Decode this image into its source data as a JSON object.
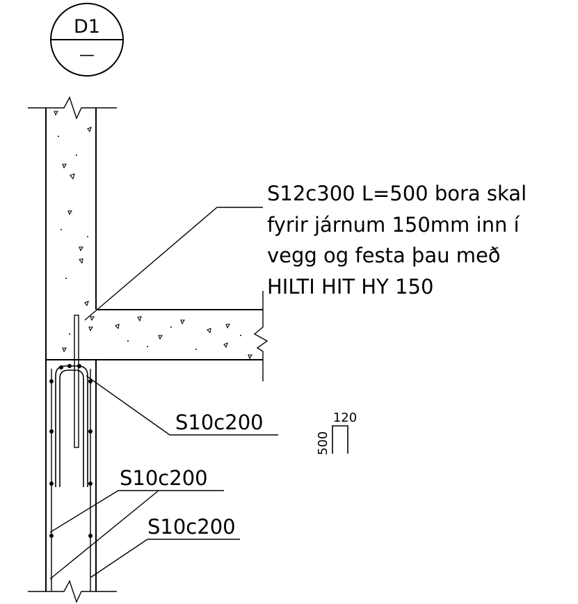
{
  "detail_tag": {
    "id": "D1",
    "sheet": "—"
  },
  "annotations": {
    "dowel_note": {
      "line1": "S12c300 L=500 bora skal",
      "line2": "fyrir járnum 150mm inn í",
      "line3": "vegg og festa þau með",
      "line4": "HILTI HIT HY 150"
    },
    "rebar_label_1": "S10c200",
    "rebar_label_2": "S10c200",
    "rebar_label_3": "S10c200"
  },
  "bar_shape": {
    "width_dim": "120",
    "height_dim": "500"
  }
}
